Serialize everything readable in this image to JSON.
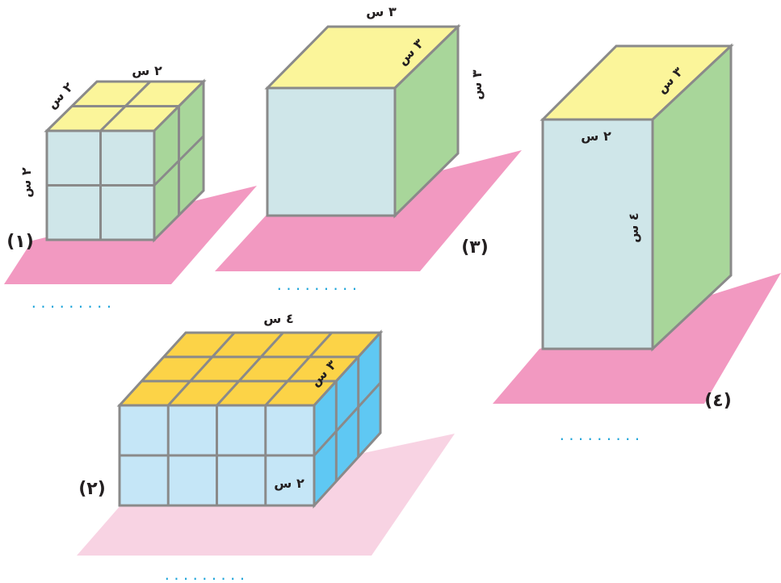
{
  "colors": {
    "base_pink": "#f299c1",
    "base_pink_light": "#f8d3e3",
    "front_gray_blue": "#cfe6e9",
    "top_yellow": "#fbf59a",
    "side_green": "#a8d69a",
    "front_sky": "#c5e6f7",
    "top_gold": "#fcd347",
    "side_blue": "#5fc8f3",
    "edge": "#8a8a8a",
    "dots": "#1aa3d9"
  },
  "figures": {
    "fig1": {
      "number": "(١)",
      "top_label": "٢ س",
      "left_label": "٢ س",
      "height_label": "٢ س",
      "answer_blank": "........."
    },
    "fig2": {
      "number": "(٢)",
      "top_label": "٤ س",
      "depth_label": "٣ س",
      "height_label": "٢ س",
      "answer_blank": "........."
    },
    "fig3": {
      "number": "(٣)",
      "top_label": "٣ س",
      "depth_label": "٣ س",
      "height_label": "٣ س",
      "answer_blank": "........."
    },
    "fig4": {
      "number": "(٤)",
      "depth_label": "٣ س",
      "width_label": "٢ س",
      "height_label": "٤ س",
      "answer_blank": "........."
    }
  }
}
